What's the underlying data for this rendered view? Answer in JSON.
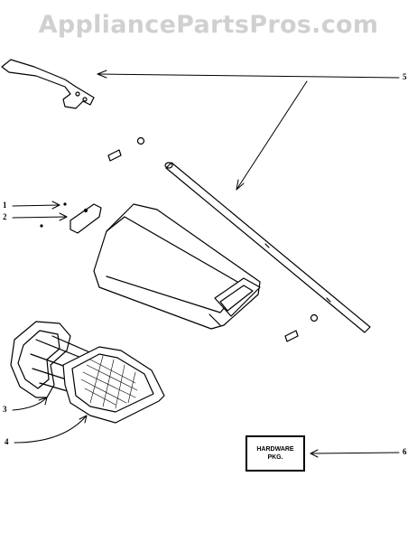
{
  "watermark": "AppliancePartsPros.com",
  "callouts": {
    "c1": "1",
    "c2": "2",
    "c3": "3",
    "c4": "4",
    "c5": "5",
    "c6": "6"
  },
  "hardware_box": {
    "line1": "HARDWARE",
    "line2": "PKG."
  },
  "colors": {
    "ink": "#000000",
    "watermark": "#d0d0d0",
    "background": "#ffffff"
  }
}
